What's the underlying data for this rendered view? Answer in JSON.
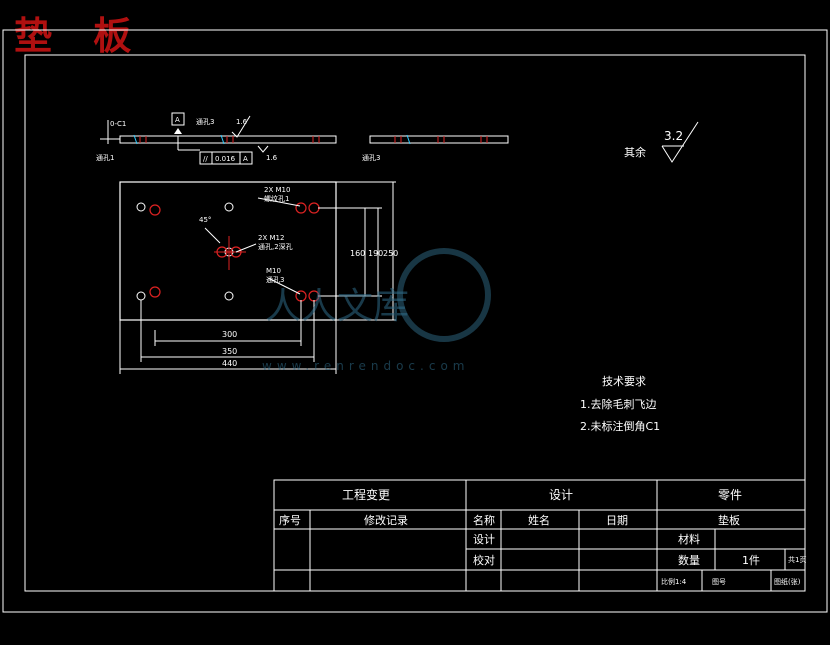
{
  "title_stamp": "垫 板",
  "roughness": {
    "label": "其余",
    "value": "3.2"
  },
  "section": {
    "chamfer": "0-C1",
    "datum": "A",
    "hole_a": "通孔1",
    "hole_b": "通孔3",
    "tol": "0.016",
    "tol_ref": "A",
    "rough1": "1.6",
    "rough2": "1.6",
    "section2_label": "通孔3"
  },
  "plan": {
    "note_top": "2X M10",
    "note_top2": "螺纹孔1",
    "note_center": "2X M12",
    "note_center2": "通孔,2深孔",
    "note_mid": "M10",
    "note_mid2": "通孔3",
    "angle": "45°",
    "dims_h": [
      "300",
      "350",
      "440"
    ],
    "dims_v": [
      "160",
      "190",
      "250"
    ]
  },
  "tech": {
    "title": "技术要求",
    "items": [
      "1.去除毛刺飞边",
      "2.未标注倒角C1"
    ]
  },
  "title_block": {
    "header_change": "工程变更",
    "header_design": "设计",
    "header_part": "零件",
    "col_no": "序号",
    "col_record": "修改记录",
    "col_name": "名称",
    "col_person": "姓名",
    "col_date": "日期",
    "part_name": "垫板",
    "row_design": "设计",
    "row_check": "校对",
    "material_label": "材料",
    "qty_label": "数量",
    "qty_value": "1件",
    "page_label": "共1页",
    "scale": "比例1:4",
    "sheet": "图号",
    "unit": "图纸(张)"
  },
  "watermark": {
    "text": "人人文库",
    "url": "www.renrendoc.com"
  }
}
